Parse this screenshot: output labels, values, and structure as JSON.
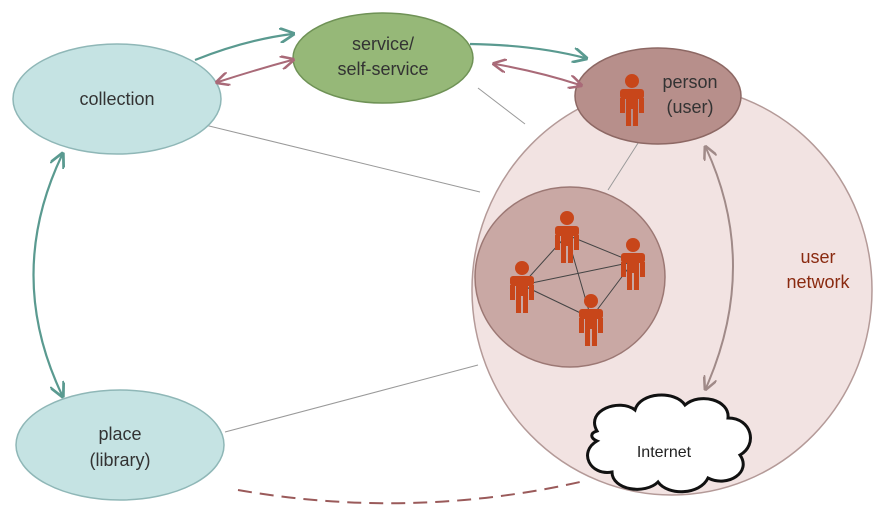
{
  "nodes": {
    "collection": {
      "label": "collection",
      "fill": "#c5e3e3",
      "stroke": "#8fb7b7"
    },
    "service": {
      "label_line1": "service/",
      "label_line2": "self-service",
      "fill": "#96b878",
      "stroke": "#6f9256"
    },
    "person": {
      "label_line1": "person",
      "label_line2": "(user)",
      "fill": "#b78f8b",
      "stroke": "#8d6864"
    },
    "place": {
      "label_line1": "place",
      "label_line2": "(library)",
      "fill": "#c5e3e3",
      "stroke": "#8fb7b7"
    },
    "user_network": {
      "label_line1": "user",
      "label_line2": "network",
      "fill": "#f2e3e2",
      "stroke": "#b49a98"
    },
    "inner_network": {
      "fill": "#c9a8a4",
      "stroke": "#9c7874"
    },
    "internet": {
      "label": "Internet"
    }
  },
  "colors": {
    "teal_arrow": "#5a9a90",
    "mauve_arrow": "#a96a78",
    "person_icon": "#c8461a",
    "dashed": "#9a5a5a",
    "thin_line": "#999999"
  }
}
